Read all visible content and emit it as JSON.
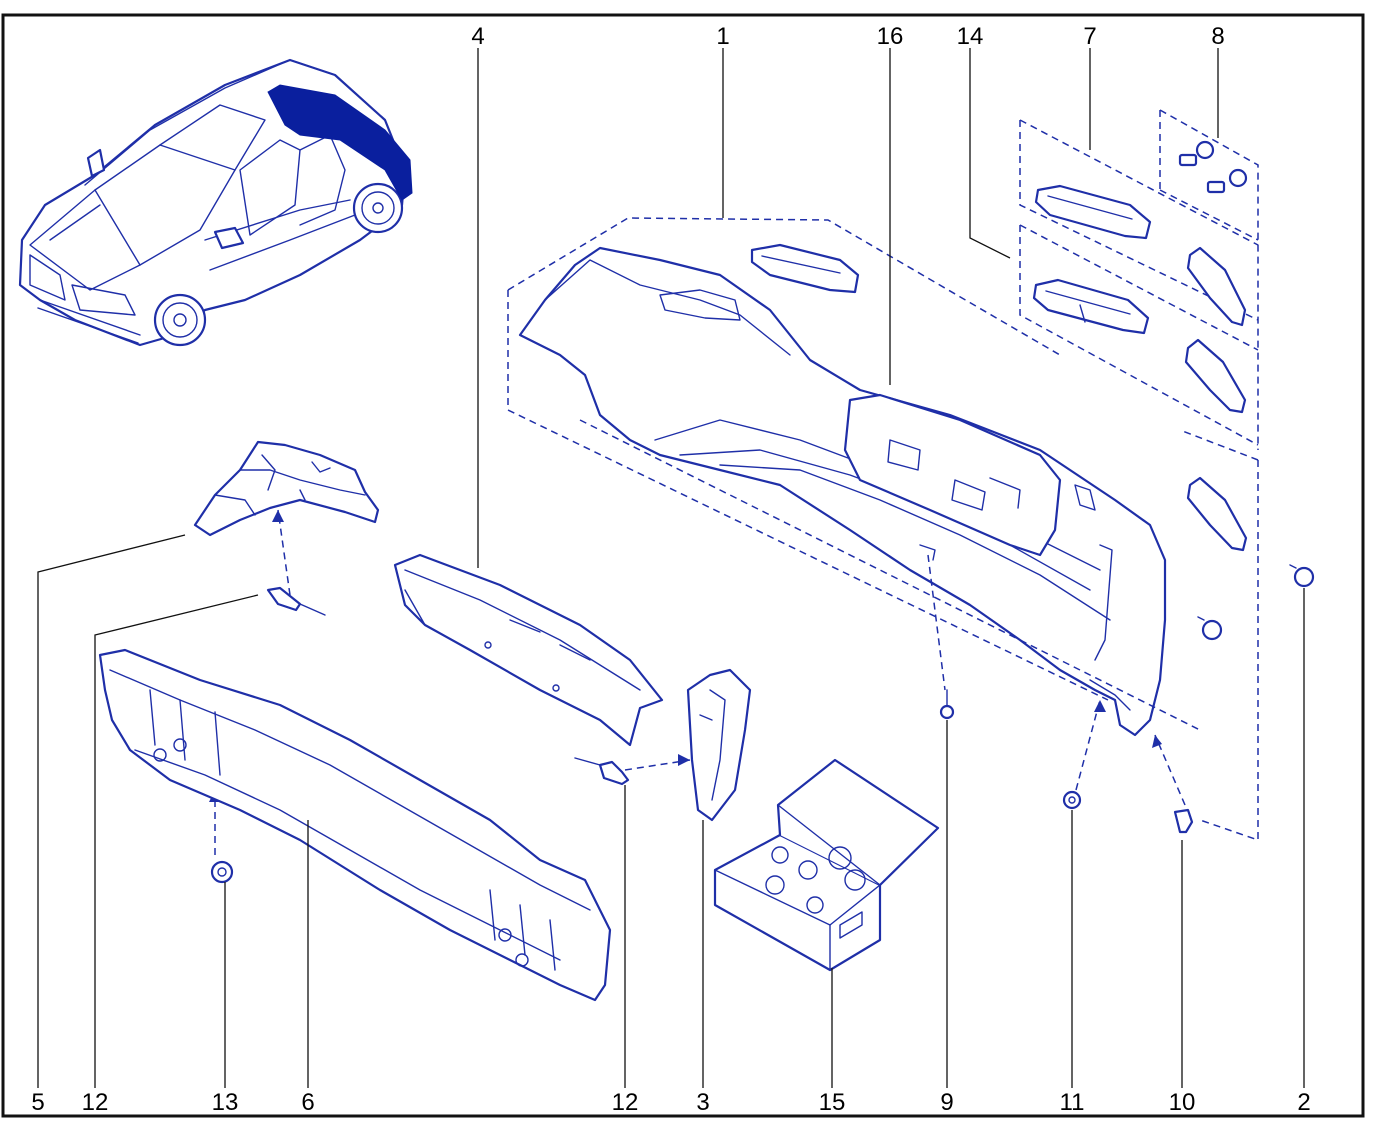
{
  "colors": {
    "line_art": "#1f2fa8",
    "highlight": "#0a1f9e",
    "frame": "#111111",
    "text": "#000000"
  },
  "callouts": {
    "top": [
      "4",
      "1",
      "16",
      "14",
      "7",
      "8"
    ],
    "bottom": [
      "5",
      "12",
      "13",
      "6",
      "12",
      "3",
      "15",
      "9",
      "11",
      "10",
      "2"
    ]
  }
}
